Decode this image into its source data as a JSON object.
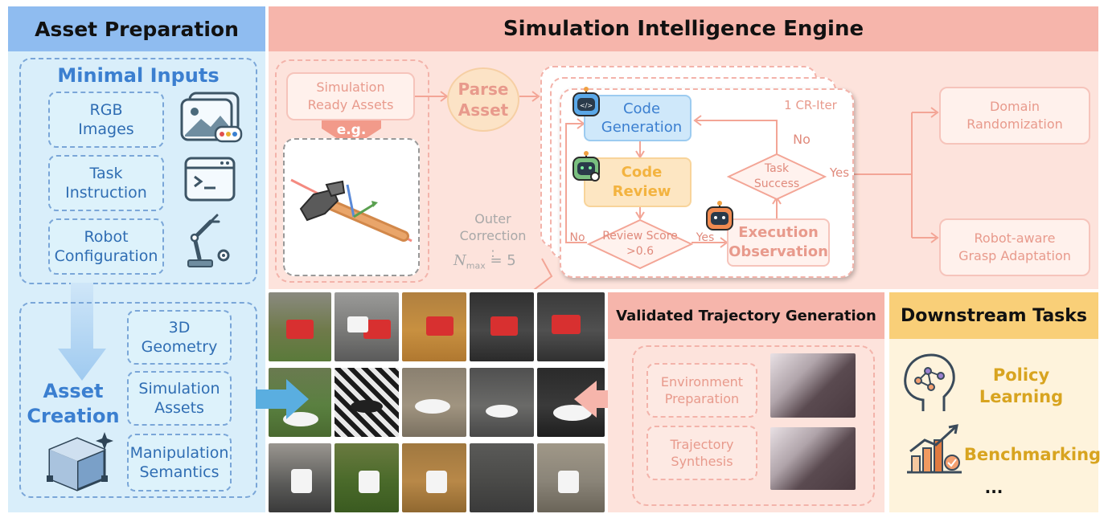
{
  "headers": {
    "asset_preparation": "Asset Preparation",
    "sim_engine": "Simulation Intelligence Engine",
    "validated_traj": "Validated Trajectory Generation",
    "downstream": "Downstream Tasks"
  },
  "inputs": {
    "title": "Minimal Inputs",
    "rgb": "RGB\nImages",
    "task": "Task\nInstruction",
    "robot": "Robot\nConfiguration"
  },
  "creation": {
    "title": "Asset\nCreation",
    "geometry": "3D\nGeometry",
    "sim_assets": "Simulation\nAssets",
    "manip": "Manipulation\nSemantics"
  },
  "engine": {
    "sim_ready": "Simulation\nReady Assets",
    "eg": "e.g.",
    "parse": "Parse\nAsset",
    "code_gen": "Code\nGeneration",
    "code_review": "Code\nReview",
    "exec_obs": "Execution\nObservation",
    "task_success": "Task\nSuccess",
    "review_score": "Review Score\n>0.6",
    "cr_iter": "1 CR-Iter",
    "no1": "No",
    "no2": "No",
    "yes1": "Yes",
    "yes2": "Yes",
    "outer": "Outer\nCorrection :",
    "nmax_n": "N",
    "nmax_sub": "max",
    "nmax_val": " = 5",
    "domain_rand": "Domain\nRandomization",
    "grasp": "Robot-aware\nGrasp Adaptation"
  },
  "trajectory": {
    "env_prep": "Environment\nPreparation",
    "traj_synth": "Trajectory\nSynthesis"
  },
  "downstream": {
    "policy": "Policy\nLearning",
    "benchmark": "Benchmarking",
    "ellipsis": "..."
  },
  "colors": {
    "left_bg": "#d9eefa",
    "blue_header": "#8fbcf0",
    "pink_header": "#f6b5ab",
    "pink_bg": "#fde3dc",
    "orange_header": "#f9cf78",
    "gold_text": "#d8a420"
  },
  "icons": [
    "image-icon",
    "terminal-icon",
    "robot-arm-icon",
    "cube-icon",
    "hammer-icon",
    "robot-head-icon",
    "brain-network-icon",
    "bar-chart-icon"
  ]
}
